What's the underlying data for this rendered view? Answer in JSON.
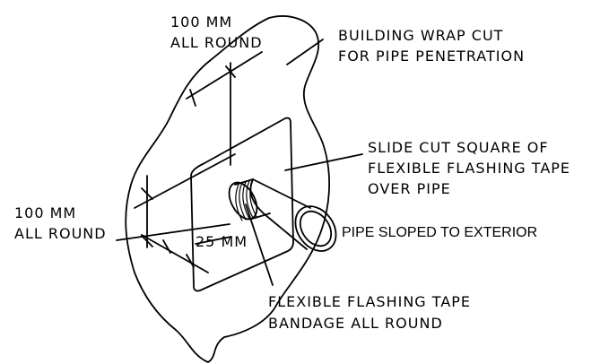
{
  "labels": {
    "top_dim_line1": "100 MM",
    "top_dim_line2": "ALL ROUND",
    "wrap_line1": "BUILDING WRAP CUT",
    "wrap_line2": "FOR PIPE PENETRATION",
    "slide_line1": "SLIDE CUT SQUARE OF",
    "slide_line2": "FLEXIBLE FLASHING TAPE",
    "slide_line3": "OVER PIPE",
    "left_dim_line1": "100 MM",
    "left_dim_line2": "ALL ROUND",
    "small_dim": "25 MM",
    "pipe_slope": "PIPE SLOPED TO EXTERIOR",
    "bandage_line1": "FLEXIBLE FLASHING TAPE",
    "bandage_line2": "BANDAGE ALL ROUND"
  }
}
